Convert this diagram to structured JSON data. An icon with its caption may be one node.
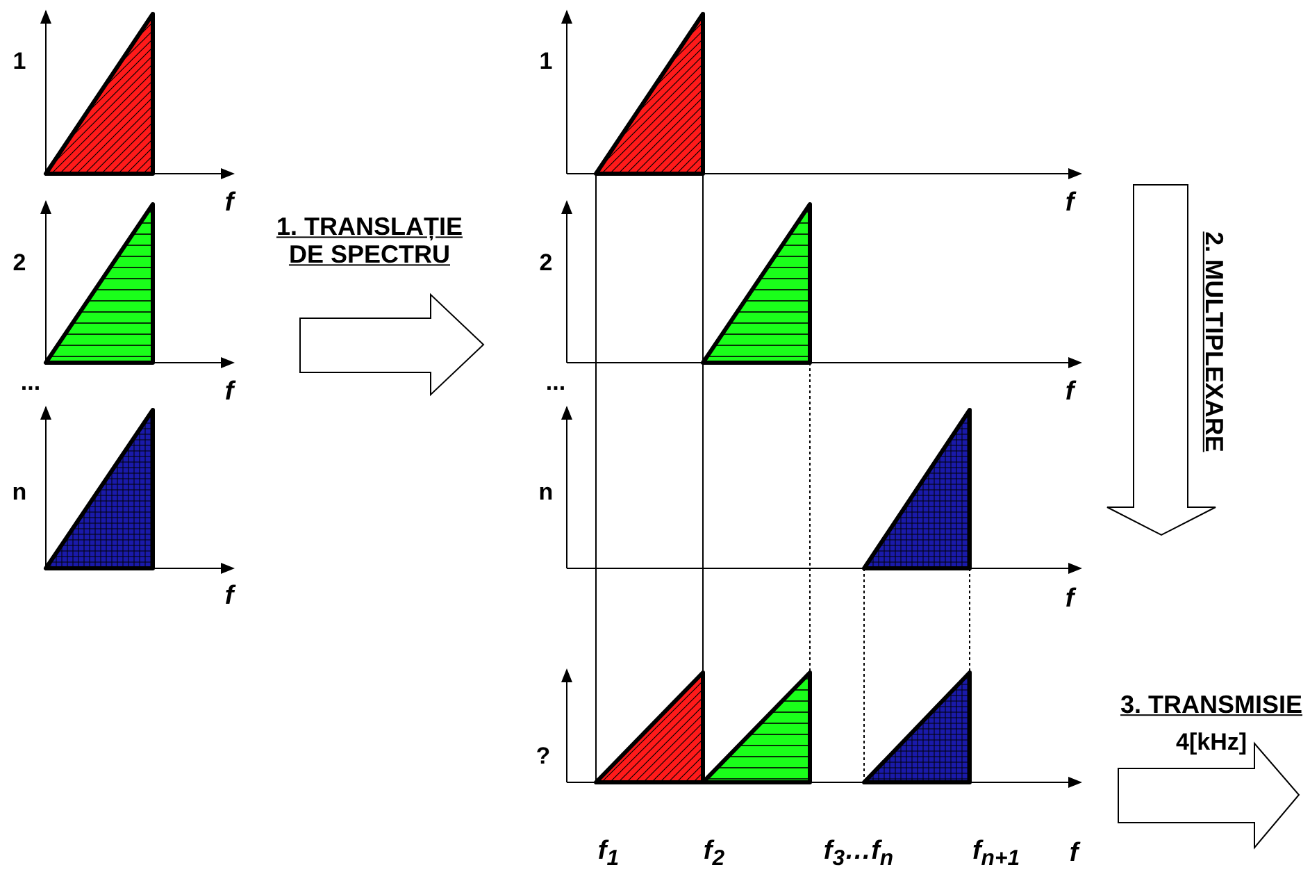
{
  "diagram": {
    "labels": [
      "1",
      "f",
      "2",
      "f",
      "...",
      "n",
      "f",
      "1. TRANSLAȚIE DE SPECTRU",
      "1",
      "f",
      "2",
      "f",
      "...",
      "n",
      "f",
      "2. MULTIPLEXARE",
      "?",
      "f$_{1}$",
      "f$_{2}$",
      "f$_{3}$…f$_{n}$",
      "f$_{n+1}$",
      "f",
      "3. TRANSMISIE",
      "4[kHz]"
    ]
  }
}
